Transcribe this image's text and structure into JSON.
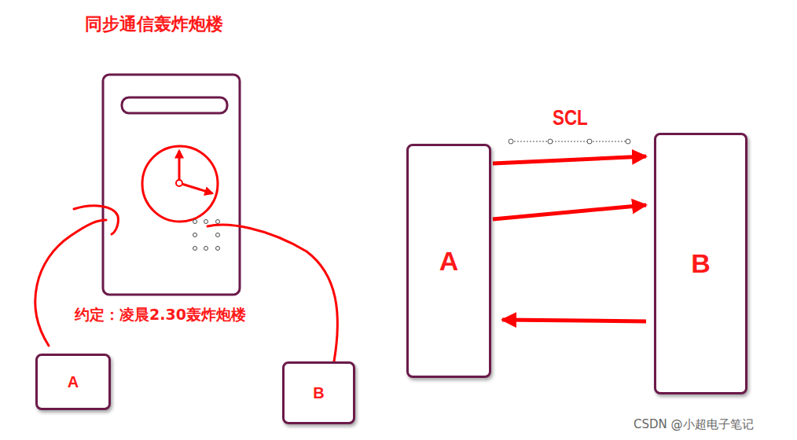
{
  "diagram": {
    "title": "同步通信轰炸炮楼",
    "nodes": [
      {
        "text": [
          "A"
        ]
      },
      {
        "text": [
          "B"
        ]
      },
      {
        "text": [
          "A"
        ]
      },
      {
        "text": [
          "B"
        ]
      }
    ],
    "edges": [
      {
        "from": 2,
        "to": 3,
        "arrow": "to"
      },
      {
        "from": 2,
        "to": 3,
        "arrow": "to"
      },
      {
        "from": 3,
        "to": 2,
        "arrow": "to"
      }
    ],
    "labels": [
      "约定：凌晨2.30轰炸炮楼",
      "SCL",
      "CSDN @小超电子笔记"
    ]
  }
}
